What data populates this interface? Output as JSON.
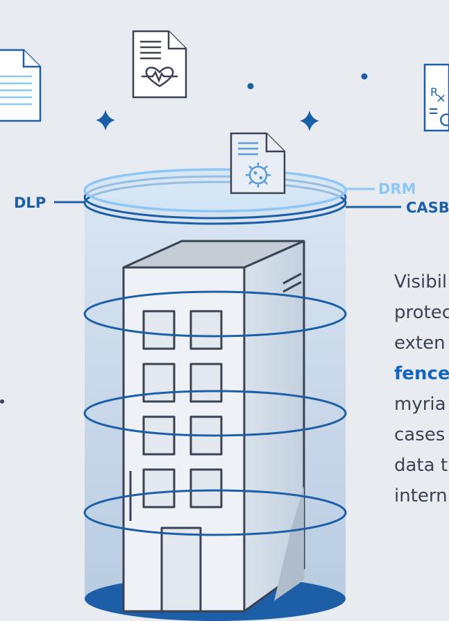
{
  "labels": {
    "dlp": "DLP",
    "drm": "DRM",
    "casb": "CASB"
  },
  "body_copy": {
    "lines": [
      "Visibil",
      "protec",
      "exten",
      "fence",
      "myria",
      "cases",
      "data t",
      "intern"
    ]
  },
  "colors": {
    "background": "#e8ecf1",
    "primary_blue": "#1d5fa6",
    "light_blue": "#8ec7f5",
    "ink": "#3b4252",
    "accent_text": "#1565c0"
  },
  "icons": [
    "document-icon",
    "medical-document-icon",
    "prescription-document-icon",
    "virus-document-icon",
    "sparkle-icon",
    "dot-icon"
  ]
}
